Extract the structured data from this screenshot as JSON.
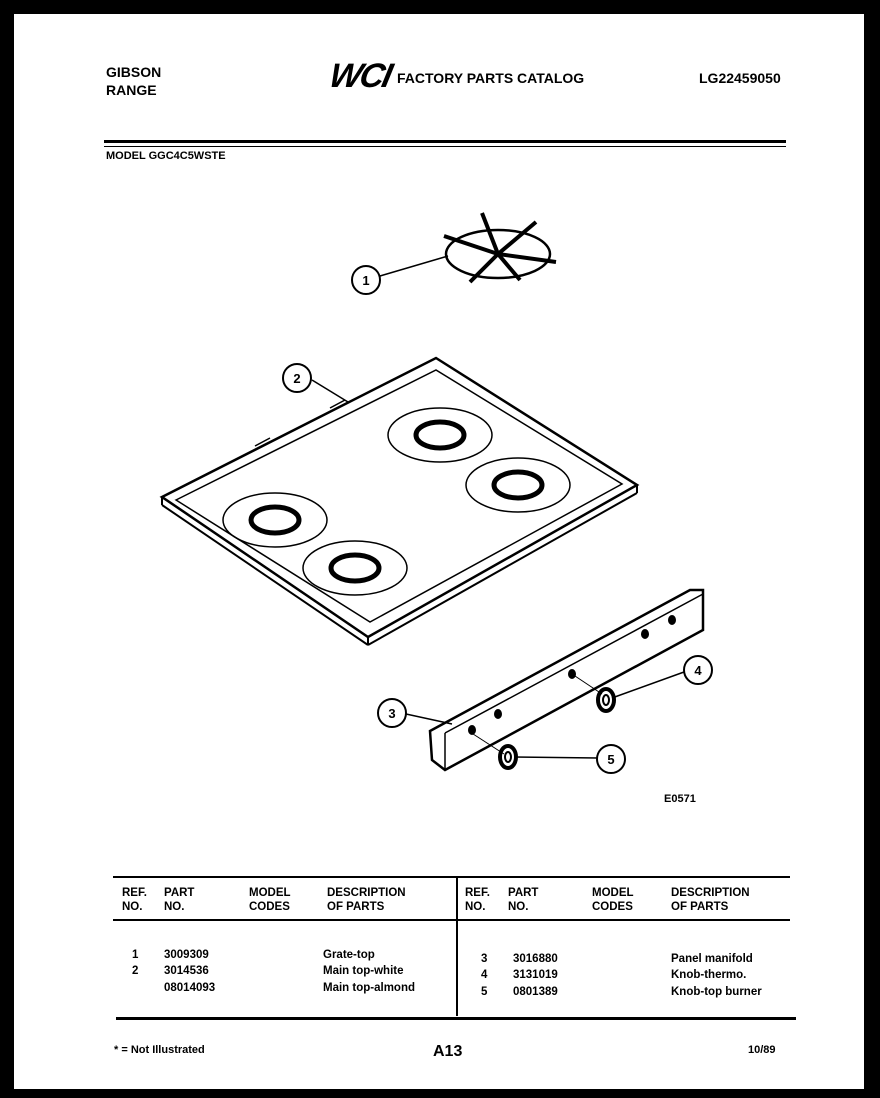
{
  "header": {
    "brand_line1": "GIBSON",
    "brand_line2": "RANGE",
    "logo_text": "WCI",
    "catalog_title": "FACTORY PARTS CATALOG",
    "catalog_number": "LG22459050",
    "model_line": "MODEL GGC4C5WSTE"
  },
  "diagram": {
    "callouts": [
      "1",
      "2",
      "3",
      "4",
      "5"
    ],
    "figure_code": "E0571"
  },
  "parts_table": {
    "headers": {
      "ref_no_1": "REF.",
      "ref_no_2": "NO.",
      "part_no_1": "PART",
      "part_no_2": "NO.",
      "model_codes_1": "MODEL",
      "model_codes_2": "CODES",
      "desc_1": "DESCRIPTION",
      "desc_2": "OF PARTS"
    },
    "left_rows": [
      {
        "ref": "1",
        "part": "3009309",
        "codes": "",
        "desc": "Grate-top"
      },
      {
        "ref": "2",
        "part": "3014536",
        "codes": "",
        "desc": "Main top-white"
      },
      {
        "ref": "",
        "part": "08014093",
        "codes": "",
        "desc": "Main top-almond"
      }
    ],
    "right_rows": [
      {
        "ref": "3",
        "part": "3016880",
        "codes": "",
        "desc": "Panel manifold"
      },
      {
        "ref": "4",
        "part": "3131019",
        "codes": "",
        "desc": "Knob-thermo."
      },
      {
        "ref": "5",
        "part": "0801389",
        "codes": "",
        "desc": "Knob-top burner"
      }
    ]
  },
  "footer": {
    "note": "* = Not Illustrated",
    "page": "A13",
    "date": "10/89"
  }
}
